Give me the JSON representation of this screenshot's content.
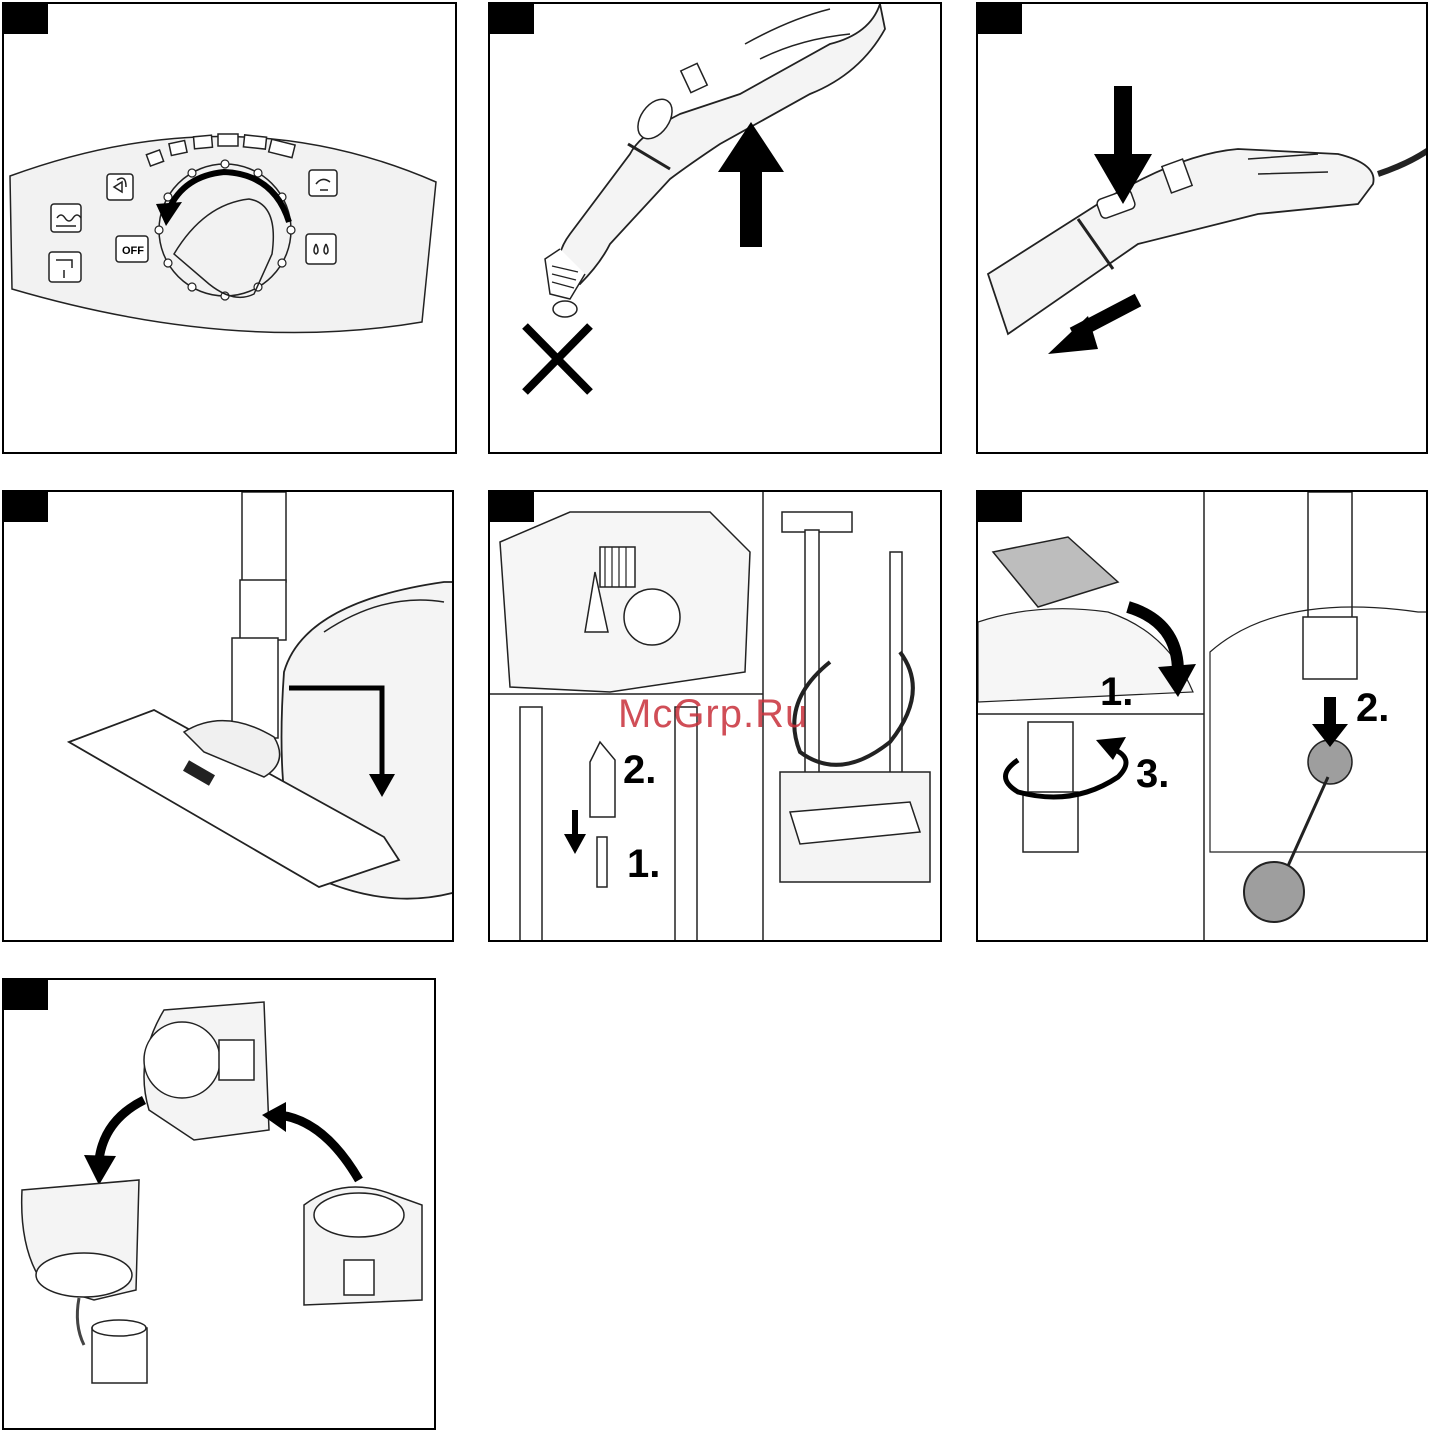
{
  "watermark": "McGrp.Ru",
  "panels": [
    {
      "id": "panel-1",
      "content": "control-dial",
      "labels": {
        "off": "OFF"
      }
    },
    {
      "id": "panel-2",
      "content": "steam-gun-trigger"
    },
    {
      "id": "panel-3",
      "content": "steam-gun-release"
    },
    {
      "id": "panel-4",
      "content": "floor-nozzle-park"
    },
    {
      "id": "panel-5",
      "content": "accessory-storage",
      "steps": [
        "1.",
        "2."
      ]
    },
    {
      "id": "panel-6",
      "content": "boiler-cap-remove",
      "steps": [
        "1.",
        "2.",
        "3."
      ]
    },
    {
      "id": "panel-7",
      "content": "empty-tank"
    }
  ],
  "icons": [
    "heat-icon",
    "drain-icon",
    "steam-in-icon",
    "steam-out-icon",
    "water-drops-icon",
    "close-cross-icon",
    "arrow-icon",
    "rotate-arrow-icon"
  ]
}
